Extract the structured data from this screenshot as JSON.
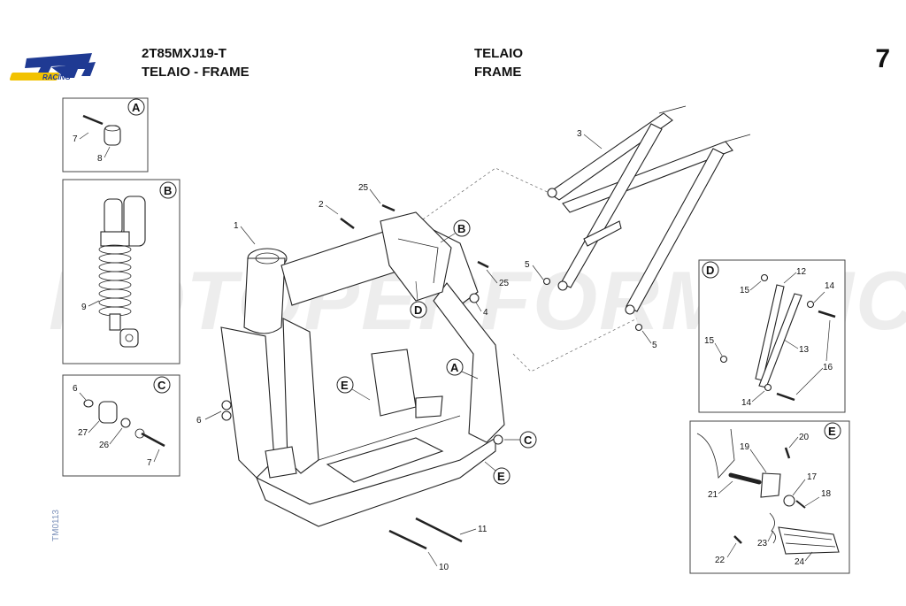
{
  "header": {
    "model_code": "2T85MXJ19-T",
    "section_it_en": "TELAIO - FRAME",
    "title_it": "TELAIO",
    "title_en": "FRAME",
    "page_number": "7"
  },
  "logo": {
    "brand": "tm",
    "subtitle": "RACING",
    "colors": {
      "blue": "#1f3a93",
      "yellow": "#f2c200"
    }
  },
  "drawing_code": "TM0113",
  "watermark": "MOTOPERFORMANCE",
  "detail_boxes": {
    "A": {
      "letter": "A",
      "callouts": [
        "7",
        "8"
      ]
    },
    "B": {
      "letter": "B",
      "callouts": [
        "9"
      ]
    },
    "C": {
      "letter": "C",
      "callouts": [
        "6",
        "27",
        "26",
        "7"
      ]
    },
    "D": {
      "letter": "D",
      "callouts": [
        "12",
        "15",
        "14",
        "13",
        "15",
        "16",
        "14"
      ]
    },
    "E": {
      "letter": "E",
      "callouts": [
        "20",
        "19",
        "17",
        "21",
        "18",
        "23",
        "22",
        "24"
      ]
    }
  },
  "main_callouts": [
    "1",
    "2",
    "25",
    "25",
    "4",
    "6",
    "10",
    "11",
    "3",
    "5",
    "5"
  ],
  "main_markers": [
    "A",
    "B",
    "C",
    "D",
    "E",
    "E"
  ]
}
